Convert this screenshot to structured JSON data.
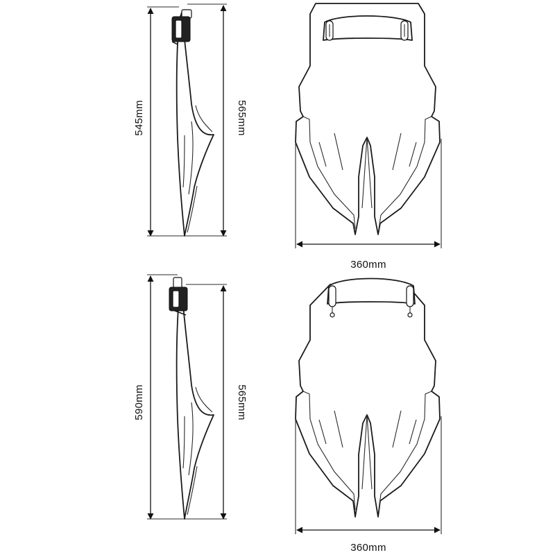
{
  "top_side_view": {
    "left_dimension": "545mm",
    "right_dimension": "565mm"
  },
  "top_front_view": {
    "width_dimension": "360mm"
  },
  "bottom_side_view": {
    "left_dimension": "590mm",
    "right_dimension": "565mm"
  },
  "bottom_front_view": {
    "width_dimension": "360mm"
  },
  "colors": {
    "line": "#1a1a1a",
    "background": "#ffffff"
  }
}
